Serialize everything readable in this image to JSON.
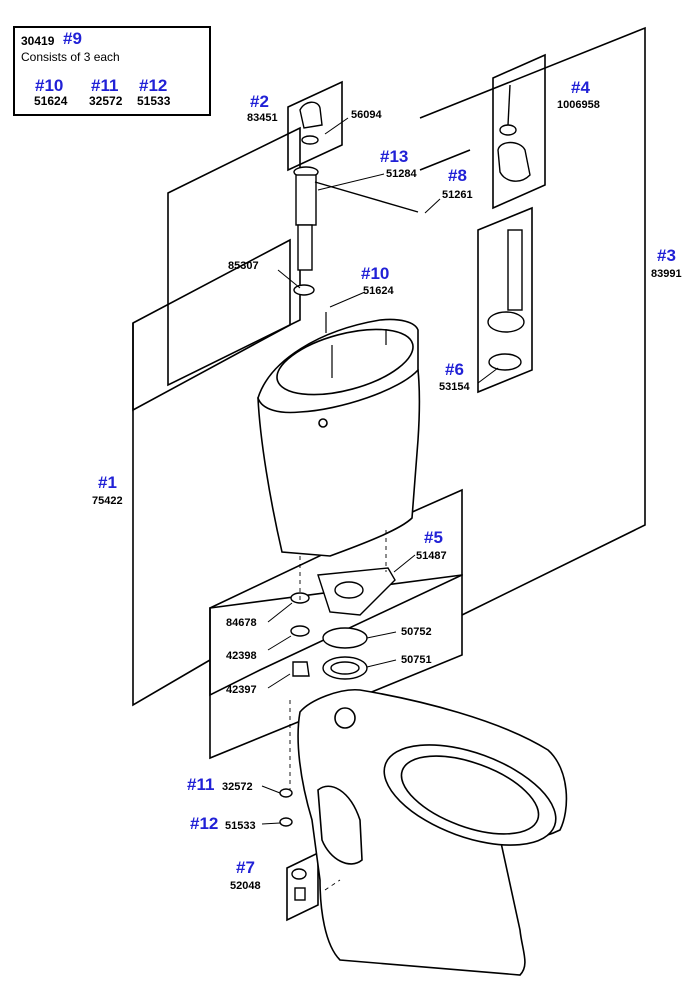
{
  "kit": {
    "part_no": "30419",
    "tag": "#9",
    "note": "Consists of 3 each",
    "items": [
      {
        "tag": "#10",
        "part_no": "51624"
      },
      {
        "tag": "#11",
        "part_no": "32572"
      },
      {
        "tag": "#12",
        "part_no": "51533"
      }
    ]
  },
  "callouts": {
    "p1": {
      "tag": "#1",
      "part_no": "75422"
    },
    "p2": {
      "tag": "#2",
      "part_no": "83451"
    },
    "p2b": {
      "part_no": "56094"
    },
    "p3": {
      "tag": "#3",
      "part_no": "83991"
    },
    "p4": {
      "tag": "#4",
      "part_no": "1006958"
    },
    "p5": {
      "tag": "#5",
      "part_no": "51487"
    },
    "p6": {
      "tag": "#6",
      "part_no": "53154"
    },
    "p7": {
      "tag": "#7",
      "part_no": "52048"
    },
    "p8": {
      "tag": "#8",
      "part_no": "51261"
    },
    "p10": {
      "tag": "#10",
      "part_no": "51624"
    },
    "p11": {
      "tag": "#11",
      "part_no": "32572"
    },
    "p12": {
      "tag": "#12",
      "part_no": "51533"
    },
    "p13": {
      "tag": "#13",
      "part_no": "51284"
    },
    "s85307": {
      "part_no": "85307"
    },
    "s84678": {
      "part_no": "84678"
    },
    "s42398": {
      "part_no": "42398"
    },
    "s42397": {
      "part_no": "42397"
    },
    "s50752": {
      "part_no": "50752"
    },
    "s50751": {
      "part_no": "50751"
    }
  },
  "colors": {
    "tag": "#2121d6",
    "line": "#000000"
  }
}
